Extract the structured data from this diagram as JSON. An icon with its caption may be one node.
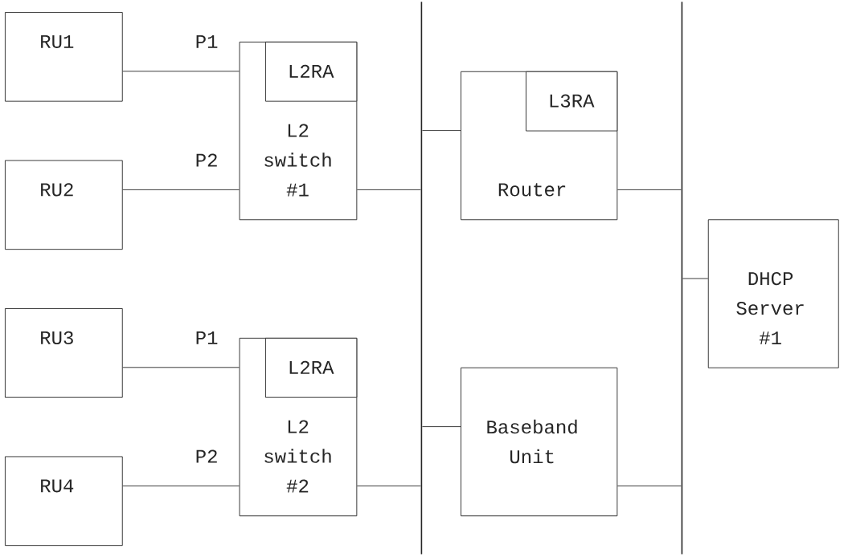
{
  "diagram": {
    "nodes": [
      {
        "text": [
          "RU1"
        ]
      },
      {
        "text": [
          "RU2"
        ]
      },
      {
        "text": [
          "L2 switch #1"
        ],
        "beside": [
          "P1",
          "P2"
        ]
      },
      {
        "text": [
          "L2RA"
        ],
        "in": 2
      },
      {
        "text": [],
        "shape": "bar"
      },
      {
        "text": [
          "Router"
        ]
      },
      {
        "text": [
          "L3RA"
        ],
        "in": 5
      },
      {
        "text": [],
        "shape": "bar"
      },
      {
        "text": [
          "DHCP Server #1"
        ]
      },
      {
        "text": [
          "RU3"
        ]
      },
      {
        "text": [
          "RU4"
        ]
      },
      {
        "text": [
          "L2 switch #2"
        ],
        "beside": [
          "P1",
          "P2"
        ]
      },
      {
        "text": [
          "L2RA"
        ],
        "in": 11
      },
      {
        "text": [
          "Baseband Unit"
        ]
      }
    ],
    "edges": [
      {
        "from": 0,
        "to": 2,
        "arrow": "none"
      },
      {
        "from": 1,
        "to": 2,
        "arrow": "none"
      },
      {
        "from": 2,
        "to": 4,
        "arrow": "none"
      },
      {
        "from": 4,
        "to": 5,
        "arrow": "none"
      },
      {
        "from": 5,
        "to": 7,
        "arrow": "none"
      },
      {
        "from": 7,
        "to": 8,
        "arrow": "none"
      },
      {
        "from": 9,
        "to": 11,
        "arrow": "none"
      },
      {
        "from": 10,
        "to": 11,
        "arrow": "none"
      },
      {
        "from": 11,
        "to": 4,
        "arrow": "none"
      },
      {
        "from": 4,
        "to": 13,
        "arrow": "none"
      },
      {
        "from": 13,
        "to": 7,
        "arrow": "none"
      }
    ]
  }
}
